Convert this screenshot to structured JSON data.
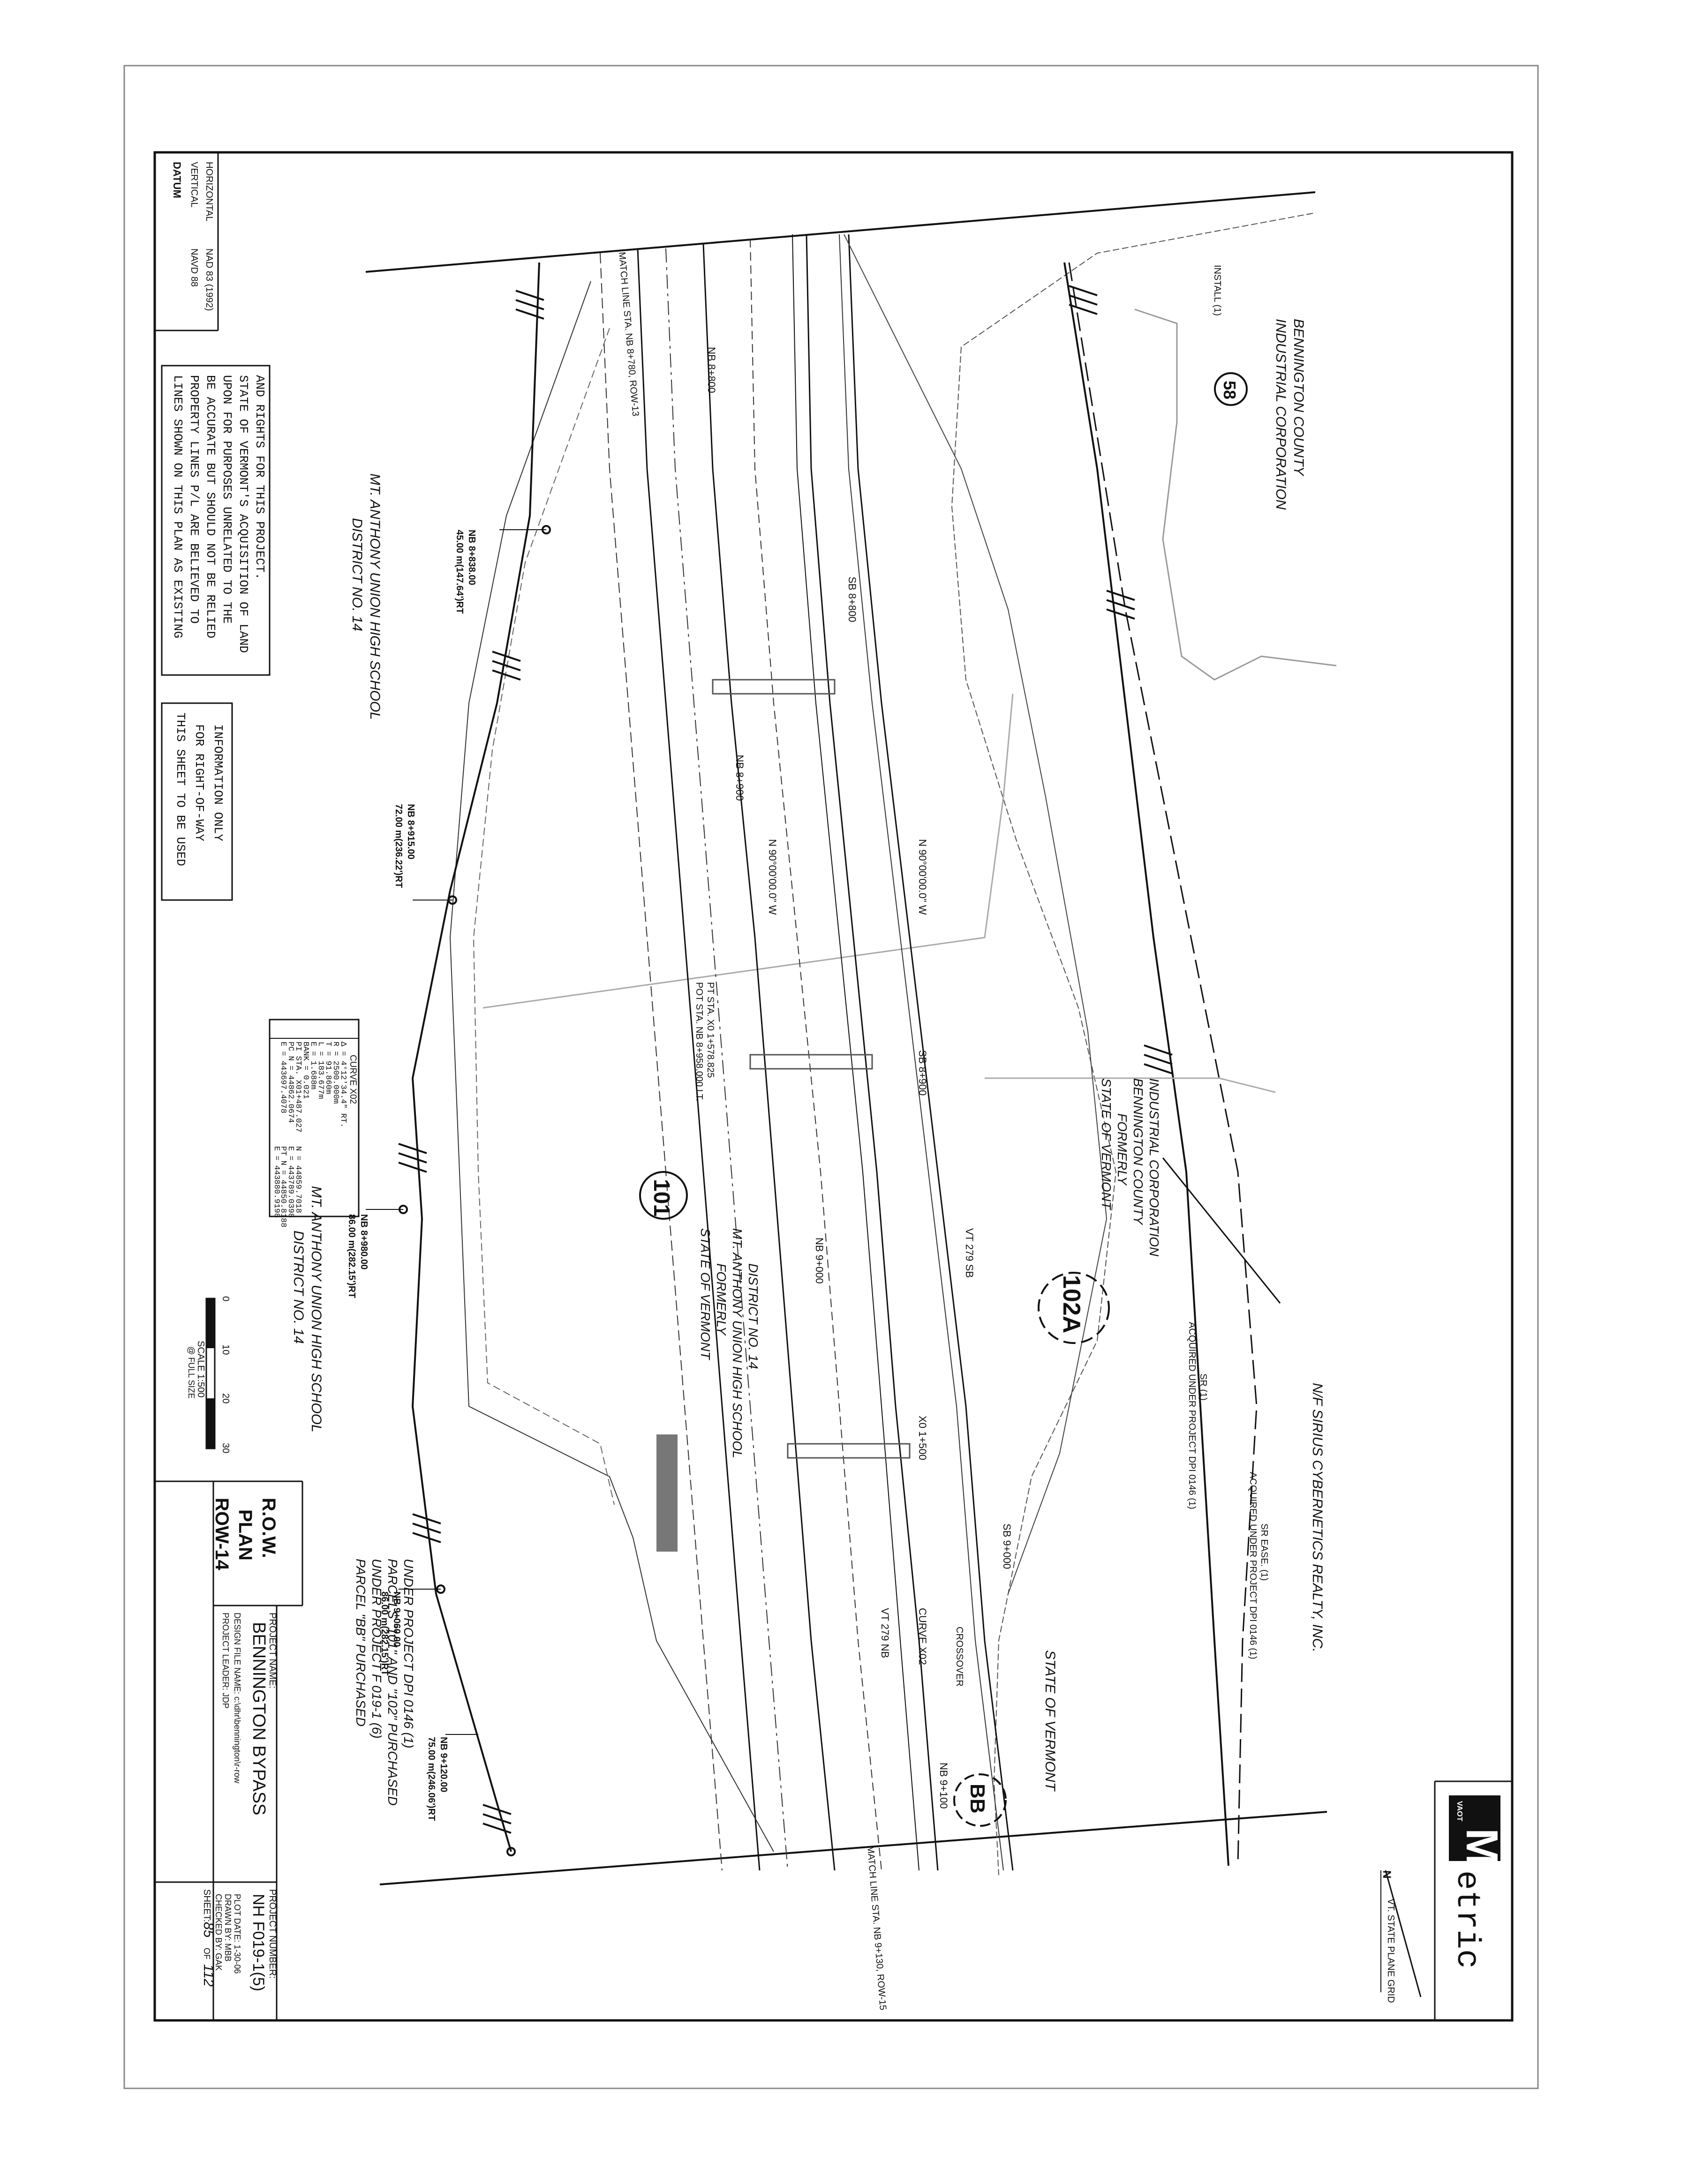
{
  "datum": {
    "heading": "DATUM",
    "vertical_label": "VERTICAL",
    "vertical_value": "NAVD 88",
    "horizontal_label": "HORIZONTAL",
    "horizontal_value": "NAD 83 (1992)"
  },
  "notes": {
    "property_lines": [
      "LINES SHOWN ON THIS PLAN AS EXISTING",
      "PROPERTY LINES P/L ARE BELIEVED TO",
      "BE ACCURATE BUT SHOULD NOT BE RELIED",
      "UPON FOR PURPOSES UNRELATED TO THE",
      "STATE OF VERMONT'S ACQUISITION OF LAND",
      "AND RIGHTS FOR THIS PROJECT."
    ],
    "row_only": [
      "THIS SHEET TO BE USED",
      "FOR RIGHT-OF-WAY",
      "INFORMATION ONLY"
    ]
  },
  "curve_table": {
    "title": "CURVE X02",
    "rows": [
      "Δ = 4°12'34.4\" RT.",
      "R = 2500.000m",
      "T = 91.860m",
      "L = 183.677m",
      "E = 1.688m",
      "BANK = 0.021",
      "PI STA. X01+487.027",
      "N = 44859.7018",
      "E = 443789.0398",
      "PC N = 44862.0674",
      "E = 443697.4078",
      "PT N = 44850.8188",
      "E = 443880.9198"
    ]
  },
  "scale": {
    "ticks": [
      "0",
      "10",
      "20",
      "30"
    ],
    "label": "SCALE 1:500",
    "sublabel": "@ FULL SIZE"
  },
  "sheet_title": [
    "R.O.W.",
    "PLAN",
    "ROW-14"
  ],
  "project": {
    "name_label": "PROJECT NAME:",
    "name": "BENNINGTON BYPASS",
    "number_label": "PROJECT NUMBER:",
    "number": "NH F019-1(5)",
    "design_file": "DESIGN FILE NAME: c:\\dhr\\bennington\\r-row",
    "project_leader": "PROJECT LEADER: JDP",
    "plot_date": "PLOT DATE: 1-30-06",
    "drawn_by": "DRAWN BY: MBB",
    "checked_by": "CHECKED BY: GAK",
    "sheet_prefix": "SHEET:",
    "sheet_num": "85",
    "sheet_of": "OF",
    "sheet_total": "112"
  },
  "logo": {
    "big_letter": "M",
    "badge": "VAOT",
    "word": "etric"
  },
  "north_arrow": {
    "label": "VT. STATE PLANE GRID",
    "n": "N"
  },
  "parcel_note": [
    "PARCEL \"BB\" PURCHASED",
    "UNDER PROJECT F 019-1 (6)",
    "PARCELS \"101\" AND \"102\" PURCHASED",
    "UNDER PROJECT DPI 0146 (1)"
  ],
  "parcels": {
    "p58": "58",
    "p101": "101",
    "p102a": "102A",
    "pbb": "BB"
  },
  "owners": {
    "bcic": [
      "BENNINGTON COUNTY",
      "INDUSTRIAL CORPORATION"
    ],
    "mt_anthony_top": [
      "MT. ANTHONY UNION HIGH SCHOOL",
      "DISTRICT NO. 14"
    ],
    "mt_anthony_bottom": [
      "MT. ANTHONY UNION HIGH SCHOOL",
      "DISTRICT NO. 14"
    ],
    "sov_101": [
      "STATE OF VERMONT",
      "FORMERLY",
      "MT. ANTHONY UNION HIGH SCHOOL",
      "DISTRICT NO. 14"
    ],
    "sov_102a": [
      "STATE OF VERMONT",
      "FORMERLY",
      "BENNINGTON COUNTY",
      "INDUSTRIAL CORPORATION"
    ],
    "sirius": "N/F SIRIUS CYBERNETICS REALTY, INC.",
    "sov_right": "STATE OF VERMONT",
    "install": "INSTALL (1)"
  },
  "match_lines": {
    "left": "MATCH LINE STA. NB 8+780, ROW-13",
    "right": "MATCH LINE STA. NB 9+130, ROW-15"
  },
  "alignments": {
    "nb_8800": "NB 8+800",
    "sb_8800": "SB 8+800",
    "nb_8900": "NB 8+900",
    "sb_8900": "SB 8+900",
    "nb_9000": "NB 9+000",
    "sb_9000": "SB 9+000",
    "nb_9100": "NB 9+100",
    "bearing1": "N 90°00'00.0\" W",
    "bearing2": "N 90°00'00.0\" W",
    "vt279sb": "VT 279 SB",
    "vt279nb": "VT 279 NB",
    "x01500": "X0 1+500",
    "curve": "CURVE X02",
    "crossover": "CROSSOVER",
    "pot_line1": "POT STA. NB 8+958.000 LT.",
    "pot_line2": "PT STA. X0 1+578.825"
  },
  "row_callouts": {
    "c1": [
      "NB 8+838.00",
      "45.00 m(147.64')RT"
    ],
    "c2": [
      "NB 8+915.00",
      "72.00 m(236.22')RT"
    ],
    "c3": [
      "NB 8+980.00",
      "86.00 m(282.15')RT"
    ],
    "c4": [
      "NB 9+060.00",
      "86.00 m(282.15')RT"
    ],
    "c5": [
      "NB 9+120.00",
      "75.00 m(246.06')RT"
    ]
  },
  "acquired_notes": {
    "slope": [
      "SR (1)",
      "ACQUIRED UNDER PROJECT DPI 0146 (1)"
    ],
    "easement": [
      "SR EASE. (1)",
      "ACQUIRED UNDER PROJECT DPI 0146 (1)"
    ]
  }
}
